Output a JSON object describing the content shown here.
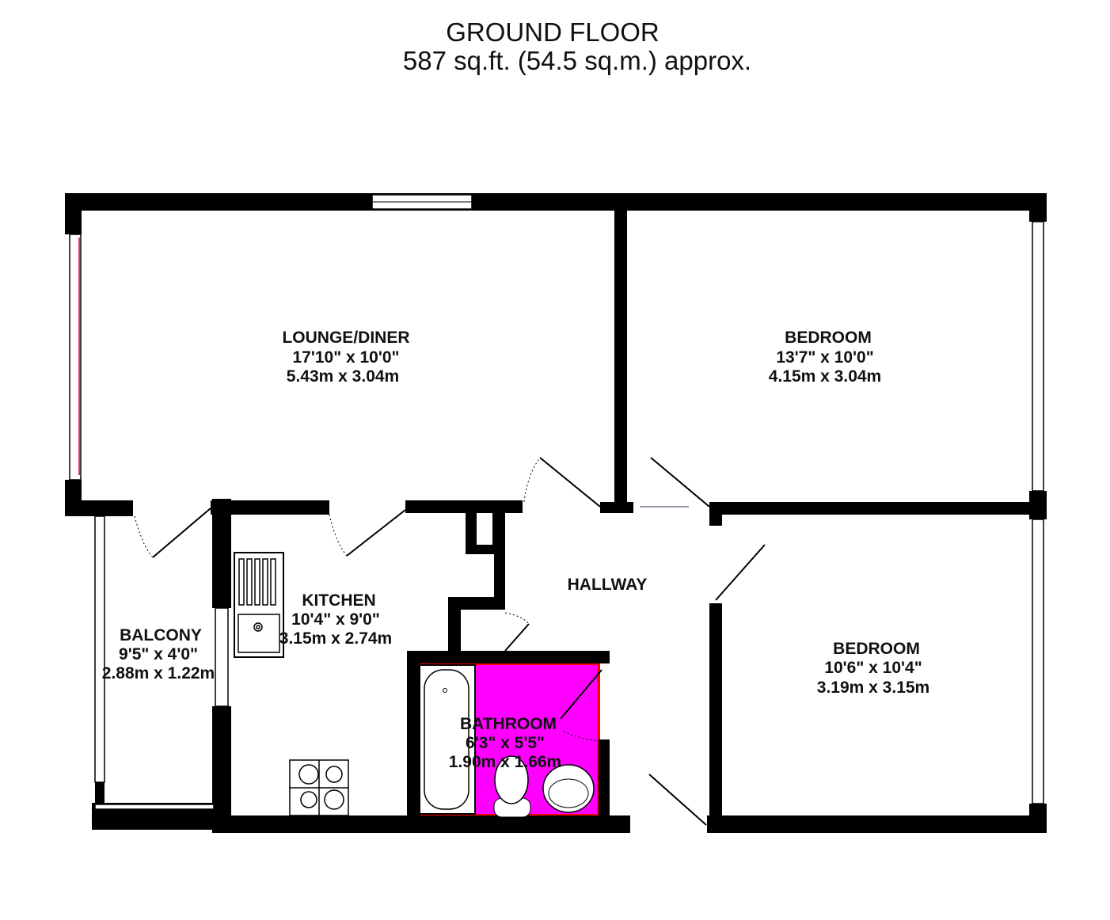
{
  "header": {
    "title": "GROUND FLOOR",
    "area": "587 sq.ft. (54.5 sq.m.) approx."
  },
  "rooms": [
    {
      "name": "LOUNGE/DINER",
      "imperial": "17'10\"  x 10'0\"",
      "metric": "5.43m  x 3.04m"
    },
    {
      "name": "BEDROOM",
      "imperial": "13'7\"  x 10'0\"",
      "metric": "4.15m  x 3.04m"
    },
    {
      "name": "KITCHEN",
      "imperial": "10'4\"  x 9'0\"",
      "metric": "3.15m  x 2.74m"
    },
    {
      "name": "BALCONY",
      "imperial": "9'5\"  x 4'0\"",
      "metric": "2.88m  x 1.22m"
    },
    {
      "name": "HALLWAY"
    },
    {
      "name": "BATHROOM",
      "imperial": "6'3\"  x 5'5\"",
      "metric": "1.90m  x 1.66m"
    },
    {
      "name": "BEDROOM",
      "imperial": "10'6\"  x 10'4\"",
      "metric": "3.19m  x 3.15m"
    }
  ],
  "colors": {
    "bathroom": "#ff00ff",
    "bathroom_edge": "#ff0000",
    "wall": "#000000"
  }
}
